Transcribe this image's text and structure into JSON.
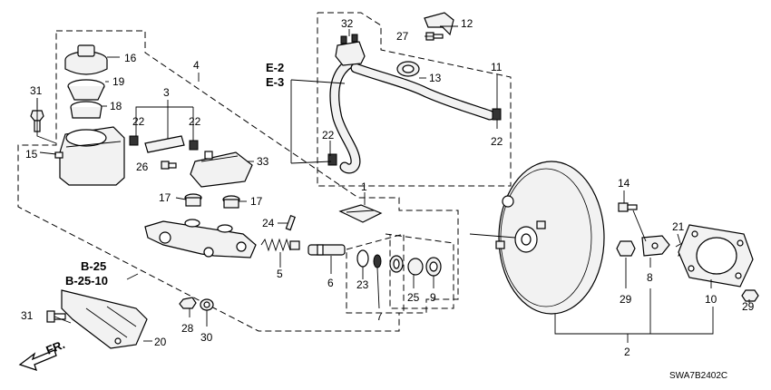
{
  "callouts": [
    "1",
    "2",
    "3",
    "4",
    "5",
    "6",
    "7",
    "8",
    "9",
    "10",
    "11",
    "12",
    "13",
    "14",
    "15",
    "16",
    "17",
    "18",
    "19",
    "20",
    "21",
    "22",
    "23",
    "24",
    "25",
    "26",
    "27",
    "28",
    "29",
    "30",
    "31",
    "32",
    "33"
  ],
  "labels": {
    "c1": "1",
    "c2": "2",
    "c3": "3",
    "c4": "4",
    "c5": "5",
    "c6": "6",
    "c7": "7",
    "c8": "8",
    "c9": "9",
    "c10": "10",
    "c11": "11",
    "c12": "12",
    "c13": "13",
    "c14": "14",
    "c15": "15",
    "c16": "16",
    "c17a": "17",
    "c17b": "17",
    "c18": "18",
    "c19": "19",
    "c20": "20",
    "c21": "21",
    "c22a": "22",
    "c22b": "22",
    "c22c": "22",
    "c22d": "22",
    "c23": "23",
    "c24": "24",
    "c25": "25",
    "c26": "26",
    "c27": "27",
    "c28": "28",
    "c29a": "29",
    "c29b": "29",
    "c30": "30",
    "c31a": "31",
    "c31b": "31",
    "c32": "32",
    "c33": "33"
  },
  "references": {
    "e2": "E-2",
    "e3": "E-3",
    "b25": "B-25",
    "b2510": "B-25-10"
  },
  "front_label": "FR.",
  "diagram_code": "SWA7B2402C"
}
